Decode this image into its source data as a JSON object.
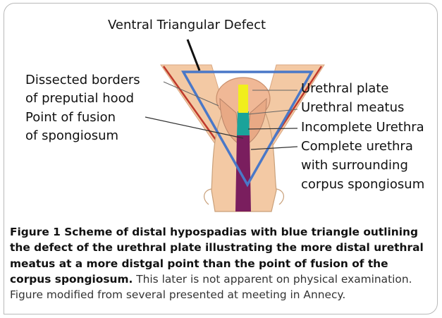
{
  "labels": {
    "top": "Ventral Triangular Defect",
    "left1_line1": "Dissected borders",
    "left1_line2": "of preputial hood",
    "left2_line1": "Point of fusion",
    "left2_line2": "of spongiosum",
    "right1": "Urethral plate",
    "right2": "Urethral meatus",
    "right3": "Incomplete Urethra",
    "right4_line1": "Complete urethra",
    "right4_line2": "with surrounding",
    "right4_line3": "corpus spongiosum"
  },
  "caption": {
    "bold": "Figure 1 Scheme of distal hypospadias with blue triangle outlining the defect of the urethral plate illustrating the more distal urethral meatus at a more distgal point than the point of fusion of the corpus spongiosum.",
    "normal": " This later is not apparent on physical examination. Figure modified from several presented at meeting in Annecy."
  },
  "colors": {
    "triangle": "#4a78c8",
    "skin": "#f3c9a4",
    "urethral_plate": "#f1ee1c",
    "meatus": "#1aa39a",
    "urethra": "#7a1e5e",
    "hood_border": "#c0392b"
  }
}
